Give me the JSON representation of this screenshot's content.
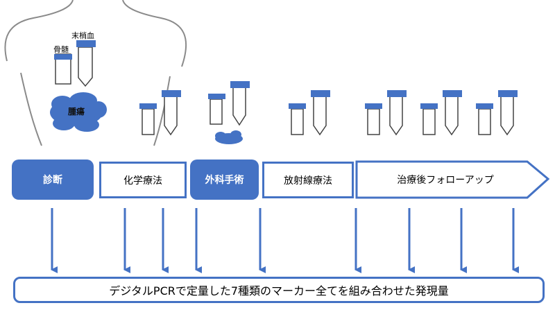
{
  "colors": {
    "accent": "#4472c4",
    "body_outline": "#8a8a8a"
  },
  "figure": {
    "labels": {
      "bone_marrow": "骨髄",
      "peripheral_blood": "末梢血",
      "tumor": "腫瘍"
    }
  },
  "timeline": {
    "steps": [
      {
        "label": "診断",
        "style": "filled"
      },
      {
        "label": "化学療法",
        "style": "outline"
      },
      {
        "label": "外科手術",
        "style": "filled"
      },
      {
        "label": "放射線療法",
        "style": "outline"
      },
      {
        "label": "治療後フォローアップ",
        "style": "arrow-outline"
      }
    ]
  },
  "result": {
    "label": "デジタルPCRで定量した7種類のマーカー全てを組み合わせた発現量"
  }
}
